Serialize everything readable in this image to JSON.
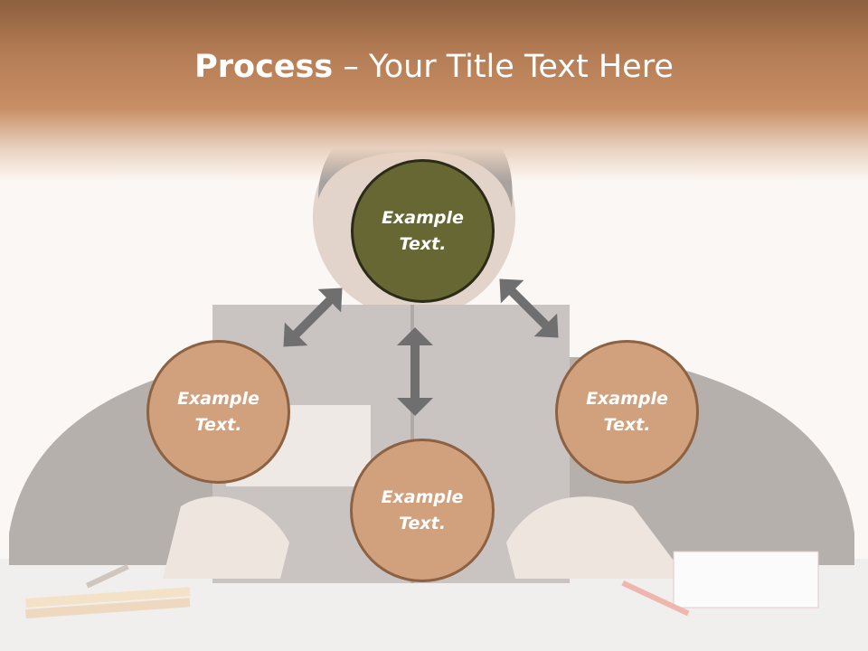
{
  "slide": {
    "title_bold": "Process",
    "title_rest": " – Your Title Text Here"
  },
  "diagram": {
    "nodes": [
      {
        "id": "top",
        "text": "Example Text."
      },
      {
        "id": "left",
        "text": "Example Text."
      },
      {
        "id": "right",
        "text": "Example Text."
      },
      {
        "id": "bottom",
        "text": "Example Text."
      }
    ]
  },
  "colors": {
    "header": "#c88f66",
    "node_active": "#676733",
    "node": "#d1a17d",
    "arrow": "#6f6f6f"
  }
}
